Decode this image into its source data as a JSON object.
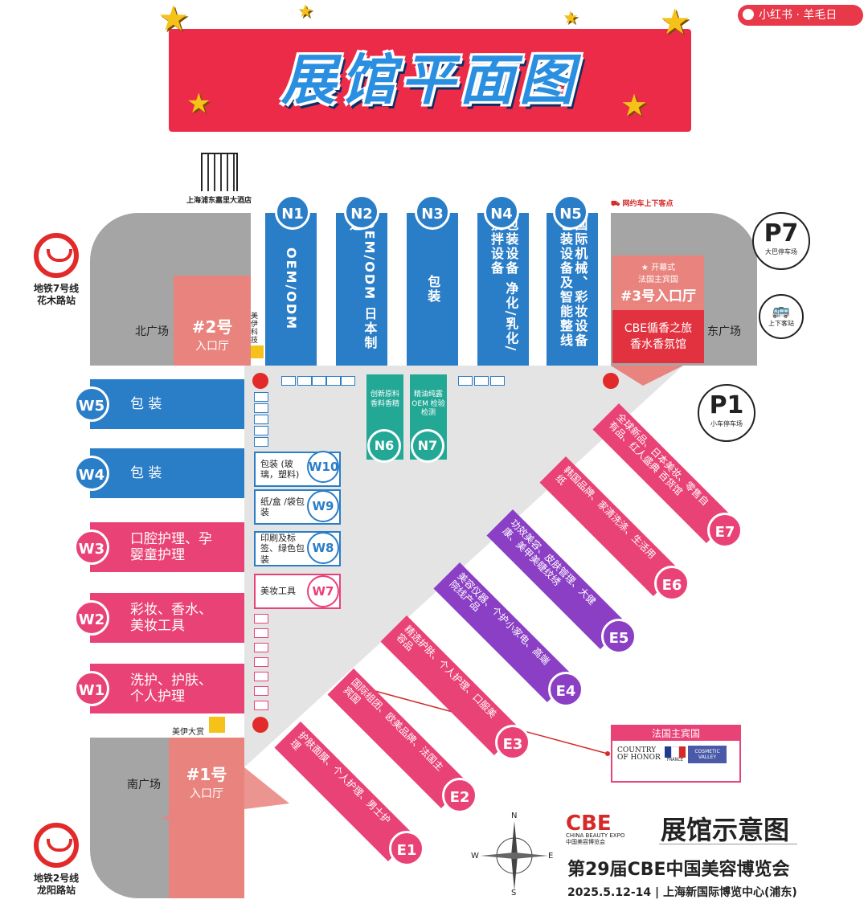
{
  "header": {
    "title": "展馆平面图",
    "badge": "小红书 · 羊毛日"
  },
  "landmarks": {
    "hotel": "上海浦东嘉里大酒店",
    "ride_hail": "网约车上下客点",
    "metro_north": {
      "line": "地铁7号线",
      "station": "花木路站"
    },
    "metro_south": {
      "line": "地铁2号线",
      "station": "龙阳路站"
    },
    "p7": {
      "code": "P7",
      "label": "大巴停车场"
    },
    "p1": {
      "code": "P1",
      "label": "小车停车场"
    },
    "bus_stop": "上下客站"
  },
  "plazas": {
    "north": "北广场",
    "east": "东广场",
    "south": "南广场"
  },
  "entrances": {
    "e2": {
      "name": "#2号",
      "sub": "入口厅"
    },
    "e3": {
      "name": "#3号入口厅",
      "tag": "开幕式",
      "tag2": "法国主宾国"
    },
    "e1": {
      "name": "#1号",
      "sub": "入口厅"
    },
    "fragrance": {
      "line1": "CBE循香之旅",
      "line2": "香水香氛馆"
    },
    "meiyi_tech": "美伊科技",
    "meiyi_award": "美伊大赏"
  },
  "north_halls": [
    {
      "code": "N1",
      "desc": "OEM/ODM"
    },
    {
      "code": "N2",
      "desc": "OEM/ODM 日本制造"
    },
    {
      "code": "N3",
      "desc": "包装"
    },
    {
      "code": "N4",
      "desc": "包装设备 净化/乳化/搅拌设备"
    },
    {
      "code": "N5",
      "desc": "国际机械、彩妆设备 包装设备及智能整线"
    }
  ],
  "inner_halls": [
    {
      "code": "N6",
      "desc": "创新原料 香料香精"
    },
    {
      "code": "N7",
      "desc": "精油纯露 OEM 检验检测"
    }
  ],
  "west_halls": [
    {
      "code": "W5",
      "desc": "包 装"
    },
    {
      "code": "W4",
      "desc": "包 装"
    },
    {
      "code": "W3",
      "desc": "口腔护理、孕婴童护理"
    },
    {
      "code": "W2",
      "desc": "彩妆、香水、美妆工具"
    },
    {
      "code": "W1",
      "desc": "洗护、护肤、个人护理"
    }
  ],
  "small_halls": [
    {
      "code": "W10",
      "desc": "包装 (玻璃，塑料)"
    },
    {
      "code": "W9",
      "desc": "纸/盒 /袋包装"
    },
    {
      "code": "W8",
      "desc": "印刷及标签、绿色包装"
    },
    {
      "code": "W7",
      "desc": "美妆工具"
    }
  ],
  "east_halls": [
    {
      "code": "E7",
      "desc": "全球新品、日本美妆、零售自有品、红人盛典 百货馆"
    },
    {
      "code": "E6",
      "desc": "韩国品牌、家清洗涤、生活用纸"
    },
    {
      "code": "E5",
      "desc": "功效美容、皮肤管理、大健康、美甲美睫纹绣"
    },
    {
      "code": "E4",
      "desc": "美容仪器、个护小家电、高端院线产品"
    },
    {
      "code": "E3",
      "desc": "精选护肤、个人护理、口服美容品"
    },
    {
      "code": "E2",
      "desc": "国际组团、欧美品牌、法国主宾国"
    },
    {
      "code": "E1",
      "desc": "护肤面膜、个人护理、男士护理"
    }
  ],
  "guest_country": {
    "title": "法国主宾国",
    "logo1": "COUNTRY OF HONOR",
    "logo1_sub": "FRANCE",
    "logo2": "COSMETIC VALLEY"
  },
  "compass": [
    "N",
    "E",
    "S",
    "W"
  ],
  "footer": {
    "cbe": "CBE",
    "cbe_en": "CHINA BEAUTY EXPO",
    "cbe_cn": "中国美容博览会",
    "title": "展馆示意图",
    "expo": "第29届CBE中国美容博览会",
    "date_venue": "2025.5.12-14 | 上海新国际博览中心(浦东)"
  },
  "colors": {
    "blue": "#2a7dc7",
    "pink": "#e94277",
    "purple": "#8a3fc4",
    "teal": "#22a895",
    "salmon": "#e9837d",
    "gray": "#a5a5a5",
    "red": "#ec2b48"
  }
}
